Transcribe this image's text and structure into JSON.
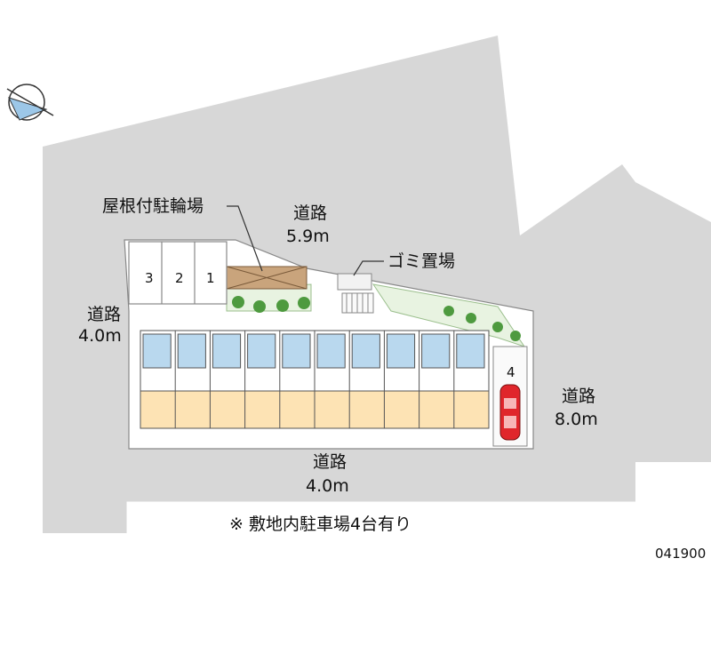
{
  "labels": {
    "road_top_name": "道路",
    "road_top_width": "5.9m",
    "road_left_name": "道路",
    "road_left_width": "4.0m",
    "road_right_name": "道路",
    "road_right_width": "8.0m",
    "road_bottom_name": "道路",
    "road_bottom_width": "4.0m",
    "bike_parking": "屋根付駐輪場",
    "garbage_area": "ゴミ置場"
  },
  "parking": {
    "spaces": [
      "3",
      "2",
      "1",
      "4"
    ]
  },
  "note": "※ 敷地内駐車場4台有り",
  "map_code": "041900",
  "colors": {
    "road": "#d7d7d7",
    "building_floor": "#fde3b4",
    "bath_units": "#b9d8ee",
    "greenery": "#4e9a3f",
    "bike_roof": "#c9a47c",
    "car": "#e0262b"
  },
  "icons": {
    "compass": "compass-icon",
    "car": "car-icon"
  }
}
